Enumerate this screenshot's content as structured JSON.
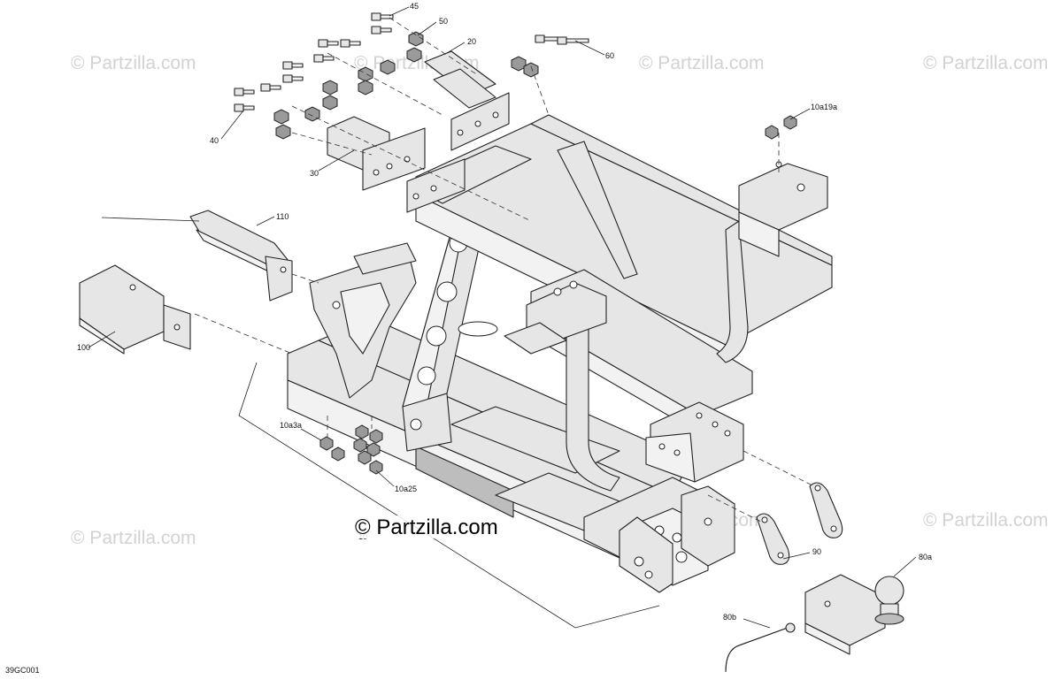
{
  "watermark": {
    "text": "© Partzilla.com",
    "main_text": "© Partzilla.com"
  },
  "diagram_code": "39GC001",
  "callouts": {
    "c10": "10",
    "c10a3a": "10a3a",
    "c10a25": "10a25",
    "c10a19a": "10a19a",
    "c20": "20",
    "c30": "30",
    "c40": "40",
    "c45": "45",
    "c50": "50",
    "c60": "60",
    "c80a": "80a",
    "c80b": "80b",
    "c90": "90",
    "c100": "100",
    "c110": "110"
  }
}
